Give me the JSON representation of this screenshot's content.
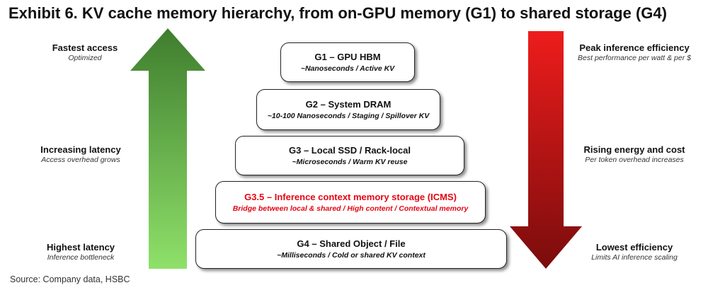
{
  "title": "Exhibit 6. KV cache memory hierarchy, from on-GPU memory (G1) to shared storage (G4)",
  "left_labels": [
    {
      "heading": "Fastest access",
      "sub": "Optimized"
    },
    {
      "heading": "Increasing latency",
      "sub": "Access overhead grows"
    },
    {
      "heading": "Highest latency",
      "sub": "Inference bottleneck"
    }
  ],
  "right_labels": [
    {
      "heading": "Peak inference efficiency",
      "sub": "Best performance per watt & per $"
    },
    {
      "heading": "Rising energy and cost",
      "sub": "Per token overhead increases"
    },
    {
      "heading": "Lowest efficiency",
      "sub": "Limits AI inference scaling"
    }
  ],
  "tiers": [
    {
      "name": "G1 – GPU HBM",
      "desc": "~Nanoseconds / Active KV"
    },
    {
      "name": "G2 – System DRAM",
      "desc": "~10-100 Nanoseconds / Staging / Spillover KV"
    },
    {
      "name": "G3 – Local SSD / Rack-local",
      "desc": "~Microseconds / Warm KV reuse"
    },
    {
      "name": "G3.5 – Inference context memory storage (ICMS)",
      "desc": "Bridge between local & shared / High content / Contextual memory"
    },
    {
      "name": "G4 – Shared Object / File",
      "desc": "~Milliseconds / Cold or shared KV context"
    }
  ],
  "source": "Source: Company data, HSBC",
  "colors": {
    "up_arrow_top": "#3f7d2e",
    "up_arrow_bottom": "#8fe06a",
    "down_arrow_top": "#ee1c1c",
    "down_arrow_bottom": "#7a0c0c",
    "highlight_text": "#e30613"
  }
}
